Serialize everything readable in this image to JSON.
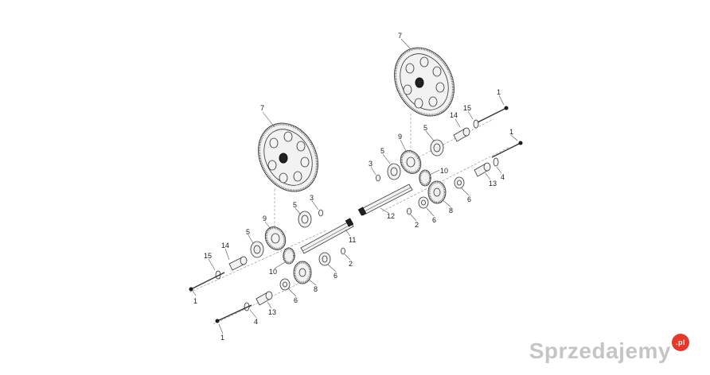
{
  "diagram": {
    "callouts": [
      "1",
      "2",
      "3",
      "4",
      "5",
      "6",
      "7",
      "8",
      "9",
      "10",
      "11",
      "12",
      "13",
      "14",
      "15"
    ]
  },
  "watermark": {
    "text": "Sprzedajemy",
    "badge": ".pl"
  }
}
